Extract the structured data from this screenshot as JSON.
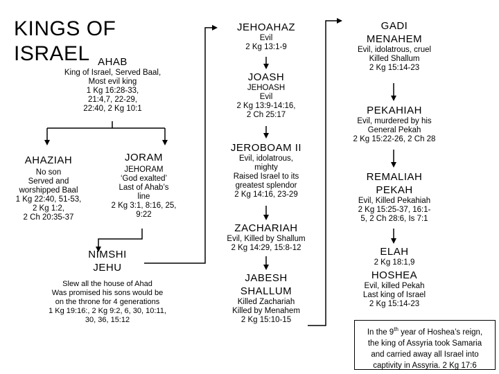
{
  "title": "KINGS OF ISRAEL",
  "kings": {
    "ahab": {
      "name": "AHAB",
      "lines": [
        "King of Israel, Served Baal,",
        "Most evil king",
        "1 Kg 16:28-33,",
        "21:4,7, 22-29,",
        "22:40, 2 Kg 10:1"
      ]
    },
    "ahaziah": {
      "name": "AHAZIAH",
      "lines": [
        "No son",
        "Served and",
        "worshipped Baal",
        "1 Kg 22:40, 51-53,",
        "2 Kg 1:2,",
        "2 Ch 20:35-37"
      ]
    },
    "joram": {
      "name": "JORAM",
      "lines": [
        "JEHORAM",
        "‘God exalted’",
        "Last of Ahab’s",
        "line",
        "2 Kg 3:1, 8:16, 25,",
        "9:22"
      ]
    },
    "jehu": {
      "name1": "NIMSHI",
      "name2": "JEHU",
      "lines": [
        "Slew all the house of Ahad",
        "Was promised his sons would be",
        "on the throne for 4 generations",
        "1 Kg 19:16:, 2 Kg 9:2, 6, 30, 10:11,",
        "30, 36,  15:12"
      ]
    },
    "jehoahaz": {
      "name": "JEHOAHAZ",
      "lines": [
        "Evil",
        "2 Kg 13:1-9"
      ]
    },
    "joash": {
      "name": "JOASH",
      "lines": [
        "JEHOASH",
        "Evil",
        "2 Kg 13:9-14:16,",
        "2 Ch 25:17"
      ]
    },
    "jeroboam": {
      "name": "JEROBOAM II",
      "lines": [
        "Evil, idolatrous,",
        "mighty",
        "Raised Israel to its",
        "greatest splendor",
        "2 Kg 14:16, 23-29"
      ]
    },
    "zachariah": {
      "name": "ZACHARIAH",
      "lines": [
        "Evil, Killed by Shallum",
        "2 Kg 14:29, 15:8-12"
      ]
    },
    "shallum": {
      "name1": "JABESH",
      "name2": "SHALLUM",
      "lines": [
        "Killed Zachariah",
        "Killed by Menahem",
        "2 Kg 15:10-15"
      ]
    },
    "menahem": {
      "name1": "GADI",
      "name2": "MENAHEM",
      "lines": [
        "Evil, idolatrous, cruel",
        "Killed Shallum",
        "2 Kg 15:14-23"
      ]
    },
    "pekahiah": {
      "name": "PEKAHIAH",
      "lines": [
        "Evil, murdered by his",
        "General Pekah",
        "2 Kg 15:22-26, 2 Ch 28"
      ]
    },
    "pekah": {
      "name1": "REMALIAH",
      "name2": "PEKAH",
      "lines": [
        "Evil, Killed Pekahiah",
        "2 Kg 15:25-37, 16:1-",
        "5, 2 Ch 28:6, Is 7:1"
      ]
    },
    "elah": {
      "name": "ELAH",
      "lines": [
        "2 Kg 18:1,9"
      ]
    },
    "hoshea": {
      "name": "HOSHEA",
      "lines": [
        "Evil, killed Pekah",
        "Last king of Israel",
        "2 Kg 15:14-23"
      ]
    }
  },
  "note": {
    "pre": "In the 9",
    "sup": "th",
    "line1_rest": " year of Hoshea’s reign,",
    "line2": "the king of Assyria took Samaria",
    "line3": "and carried away all Israel into",
    "line4": "captivity in Assyria.   2 Kg 17:6"
  }
}
